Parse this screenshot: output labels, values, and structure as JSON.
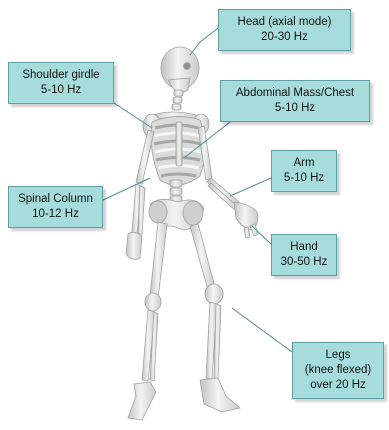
{
  "callouts": {
    "head": {
      "line1": "Head (axial mode)",
      "line2": "20-30 Hz"
    },
    "shoulder": {
      "line1": "Shoulder girdle",
      "line2": "5-10 Hz"
    },
    "abdomen": {
      "line1": "Abdominal Mass/Chest",
      "line2": "5-10 Hz"
    },
    "spine": {
      "line1": "Spinal Column",
      "line2": "10-12 Hz"
    },
    "arm": {
      "line1": "Arm",
      "line2": "5-10 Hz"
    },
    "hand": {
      "line1": "Hand",
      "line2": "30-50 Hz"
    },
    "legs": {
      "line1": "Legs",
      "line2": "(knee flexed)",
      "line3": "over 20 Hz"
    }
  },
  "colors": {
    "callout_fill": "#a7dcdd",
    "callout_border": "#5f9ea3",
    "bone": "#e9ebe8"
  },
  "figure": {
    "subject": "human skeleton",
    "icon": "skeleton-figure"
  }
}
